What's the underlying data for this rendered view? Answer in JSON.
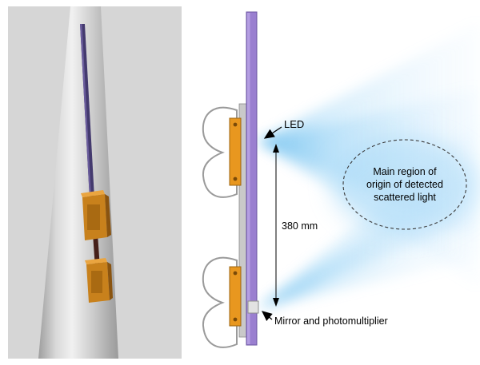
{
  "labels": {
    "led": "LED",
    "distance": "380 mm",
    "mirror_pm": "Mirror and photomultiplier",
    "scatter_region": [
      "Main region of",
      "origin of detected",
      "scattered light"
    ]
  },
  "colors": {
    "rod_purple": "#9a7fd0",
    "rod_purple_dark": "#6b55a0",
    "bracket_orange": "#e8971f",
    "beam_blue": "#7fc6f0",
    "panel_grey": "#d6d6d6",
    "pole_grey": "#c9c9c9"
  }
}
